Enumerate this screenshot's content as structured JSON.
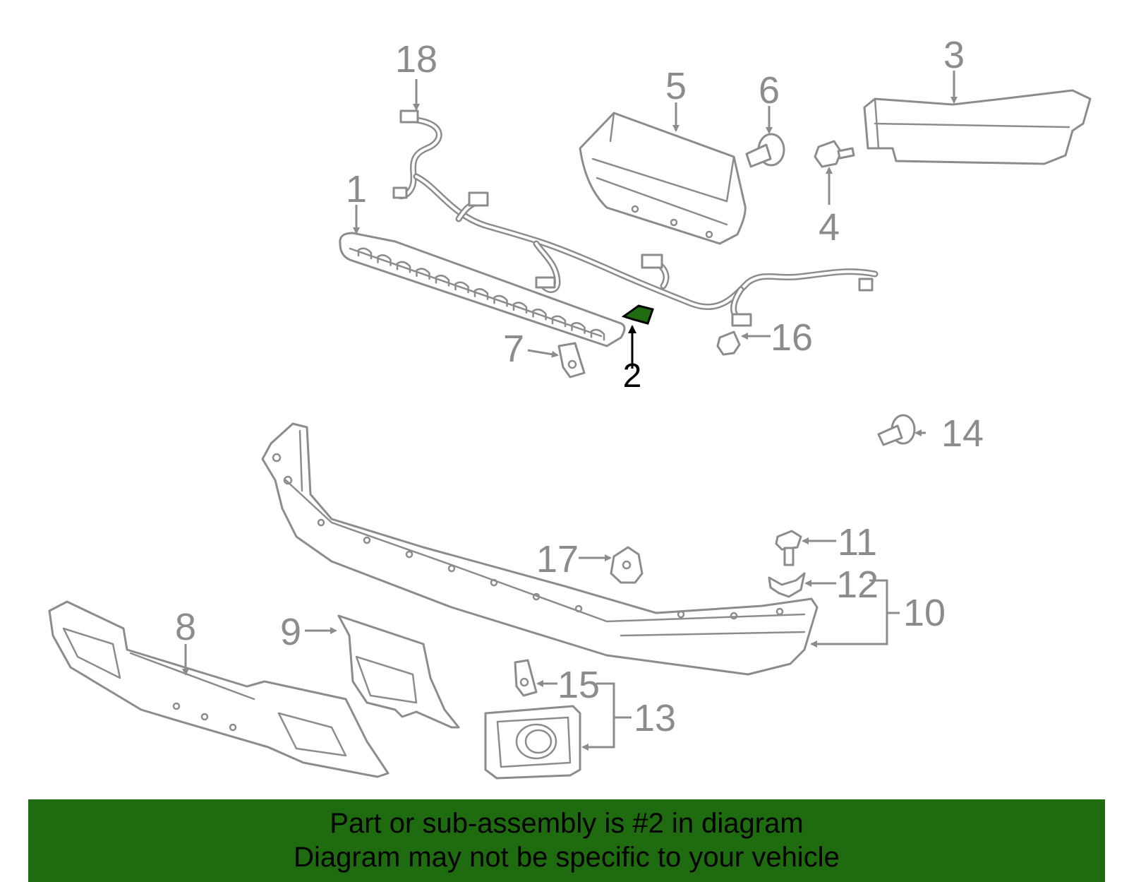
{
  "callouts": {
    "c1": "1",
    "c2": "2",
    "c3": "3",
    "c4": "4",
    "c5": "5",
    "c6": "6",
    "c7": "7",
    "c8": "8",
    "c9": "9",
    "c10": "10",
    "c11": "11",
    "c12": "12",
    "c13": "13",
    "c14": "14",
    "c15": "15",
    "c16": "16",
    "c17": "17",
    "c18": "18"
  },
  "highlight": {
    "part": "2",
    "color": "#1f6b10"
  },
  "banner": {
    "line1": "Part or sub-assembly is #2 in diagram",
    "line2": "Diagram may not be specific to your vehicle",
    "background": "#1f6b10"
  }
}
